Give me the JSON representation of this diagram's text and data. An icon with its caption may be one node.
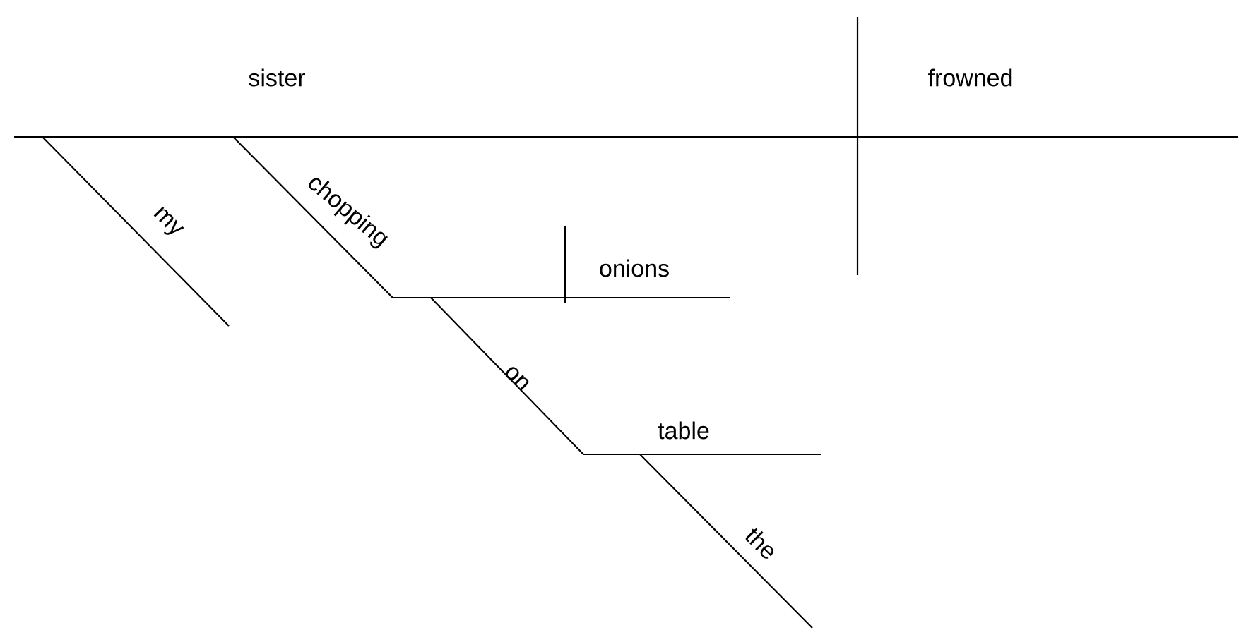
{
  "diagram": {
    "labels": [
      "sister",
      "frowned",
      "my",
      "chopping",
      "onions",
      "on",
      "table",
      "the"
    ]
  }
}
